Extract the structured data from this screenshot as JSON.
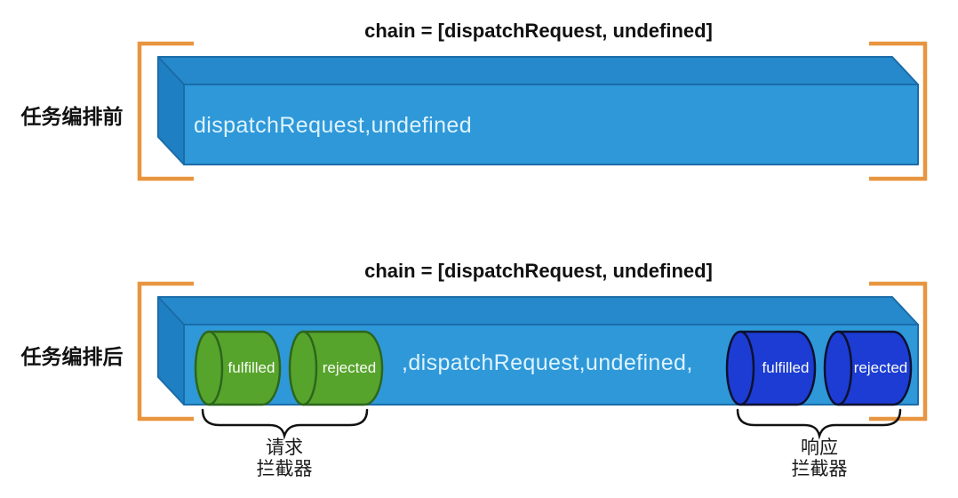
{
  "colors": {
    "bracket_orange": "#E8953F",
    "box_front_blue": "#2E98D9",
    "box_top_blue": "#2689CB",
    "box_left_blue": "#1F7FC3",
    "box_outline_blue": "#1A6CA8",
    "request_cylinder_green": "#57A42D",
    "request_cylinder_outline": "#2C661C",
    "response_cylinder_blue": "#1C3CD4",
    "response_cylinder_outline": "#0D1130",
    "box_text_color": "#DEF3FE",
    "title_color": "#111111"
  },
  "sections": [
    {
      "label": "任务编排前",
      "title": "chain = [dispatchRequest, undefined]",
      "box_text": "dispatchRequest,undefined"
    },
    {
      "label": "任务编排后",
      "title": "chain = [dispatchRequest, undefined]",
      "box_text": ",dispatchRequest,undefined,",
      "request_interceptors": {
        "cylinders": [
          "fulfilled",
          "rejected"
        ],
        "label_lines": [
          "请求",
          "拦截器"
        ]
      },
      "response_interceptors": {
        "cylinders": [
          "fulfilled",
          "rejected"
        ],
        "label_lines": [
          "响应",
          "拦截器"
        ]
      }
    }
  ]
}
